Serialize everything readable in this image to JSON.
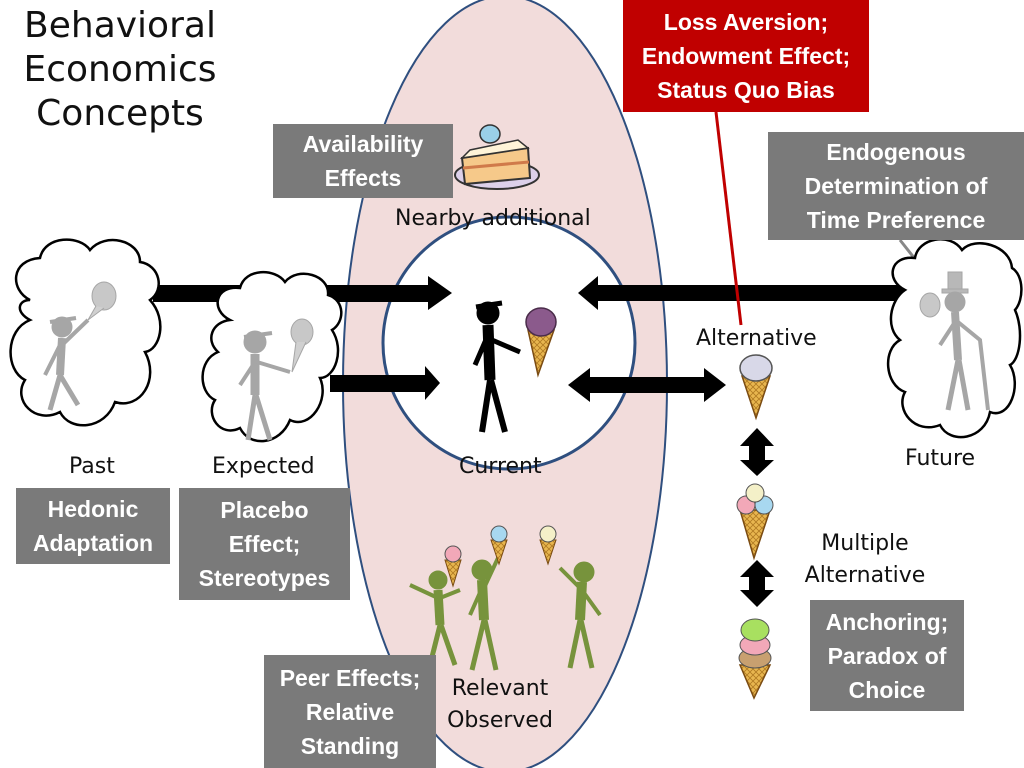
{
  "title": {
    "line1": "Behavioral",
    "line2": "Economics",
    "line3": "Concepts"
  },
  "concepts": {
    "availability": [
      "Availability",
      "Effects"
    ],
    "loss_aversion": [
      "Loss Aversion;",
      "Endowment Effect;",
      "Status Quo Bias"
    ],
    "time_pref": [
      "Endogenous",
      "Determination  of",
      "Time Preference"
    ],
    "hedonic": [
      "Hedonic",
      "Adaptation"
    ],
    "placebo": [
      "Placebo",
      "Effect;",
      "Stereotypes"
    ],
    "peer": [
      "Peer Effects;",
      "Relative",
      "Standing"
    ],
    "anchoring": [
      "Anchoring;",
      "Paradox of",
      "Choice"
    ]
  },
  "labels": {
    "nearby": "Nearby additional",
    "alternative": "Alternative",
    "past": "Past",
    "expected": "Expected",
    "current": "Current",
    "future": "Future",
    "multiple": [
      "Multiple",
      "Alternative"
    ],
    "relevant": [
      "Relevant",
      "Observed"
    ]
  },
  "colors": {
    "ellipse_fill": "#f2dcdb",
    "box_gray": "#7a7a7a",
    "box_red": "#c00000",
    "figure_gray": "#a6a6a6",
    "figure_green": "#77933c",
    "cone": "#e8b64f",
    "arrow": "#000000"
  },
  "icons": [
    "cake-slice-icon",
    "ice-cream-cone-icon",
    "thought-cloud-icon",
    "stick-figure-icon",
    "double-arrow-icon"
  ]
}
